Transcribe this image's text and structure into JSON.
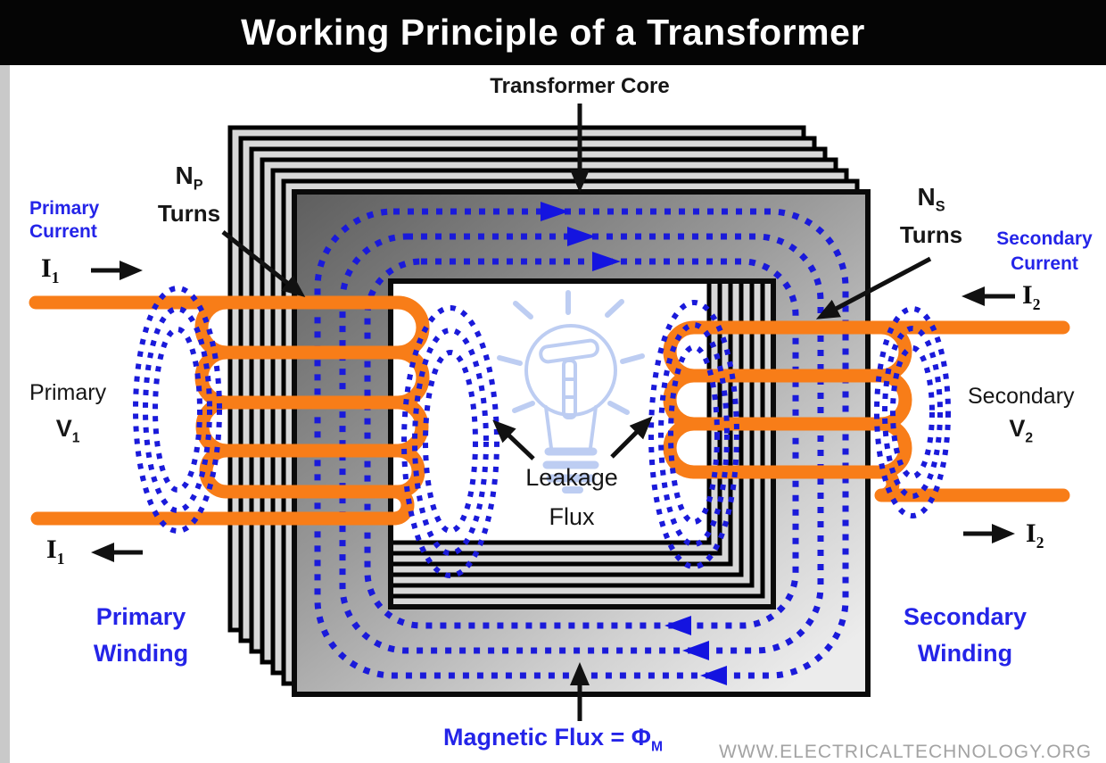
{
  "header": {
    "title": "Working Principle of a Transformer"
  },
  "core": {
    "label": "Transformer Core"
  },
  "primary": {
    "turns_symbol": "N",
    "turns_sub": "P",
    "turns_word": "Turns",
    "current_line1": "Primary",
    "current_line2": "Current",
    "current_symbol": "I",
    "current_sub": "1",
    "voltage_word": "Primary",
    "voltage_symbol": "V",
    "voltage_sub": "1",
    "winding_line1": "Primary",
    "winding_line2": "Winding"
  },
  "secondary": {
    "turns_symbol": "N",
    "turns_sub": "S",
    "turns_word": "Turns",
    "current_line1": "Secondary",
    "current_line2": "Current",
    "current_symbol": "I",
    "current_sub": "2",
    "voltage_word": "Secondary",
    "voltage_symbol": "V",
    "voltage_sub": "2",
    "winding_line1": "Secondary",
    "winding_line2": "Winding"
  },
  "flux": {
    "leakage_line1": "Leakage",
    "leakage_line2": "Flux",
    "magnetic_prefix": "Magnetic Flux = ",
    "magnetic_symbol": "Φ",
    "magnetic_sub": "M"
  },
  "watermark": "WWW.ELECTRICALTECHNOLOGY.ORG",
  "colors": {
    "title_bar": "#050505",
    "title_text": "#ffffff",
    "flux_blue": "#1a1ada",
    "label_blue": "#2424e8",
    "winding_orange": "#f87d18",
    "core_dark": "#5e5e5e",
    "core_light": "#ececec",
    "lamination_fill": "#d8d8d8",
    "bulb_blue": "#bdcdf2",
    "watermark_gray": "#a3a3a3",
    "side_strip": "#c9c9c9"
  }
}
